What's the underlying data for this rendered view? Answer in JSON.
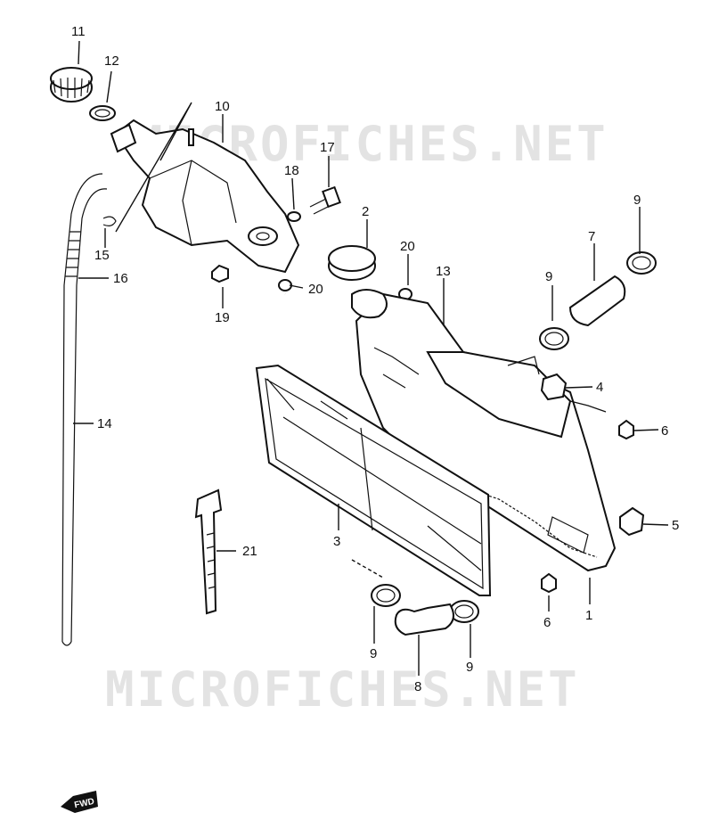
{
  "watermark": "MICROFICHES.NET",
  "forward_mark": "FWD",
  "callouts": {
    "p1": "1",
    "p2": "2",
    "p3": "3",
    "p4": "4",
    "p5": "5",
    "p6a": "6",
    "p6b": "6",
    "p7": "7",
    "p8": "8",
    "p9a": "9",
    "p9b": "9",
    "p9c": "9",
    "p9d": "9",
    "p10": "10",
    "p11": "11",
    "p12": "12",
    "p13": "13",
    "p14": "14",
    "p15": "15",
    "p16": "16",
    "p17": "17",
    "p18": "18",
    "p19": "19",
    "p20a": "20",
    "p20b": "20",
    "p21": "21"
  }
}
